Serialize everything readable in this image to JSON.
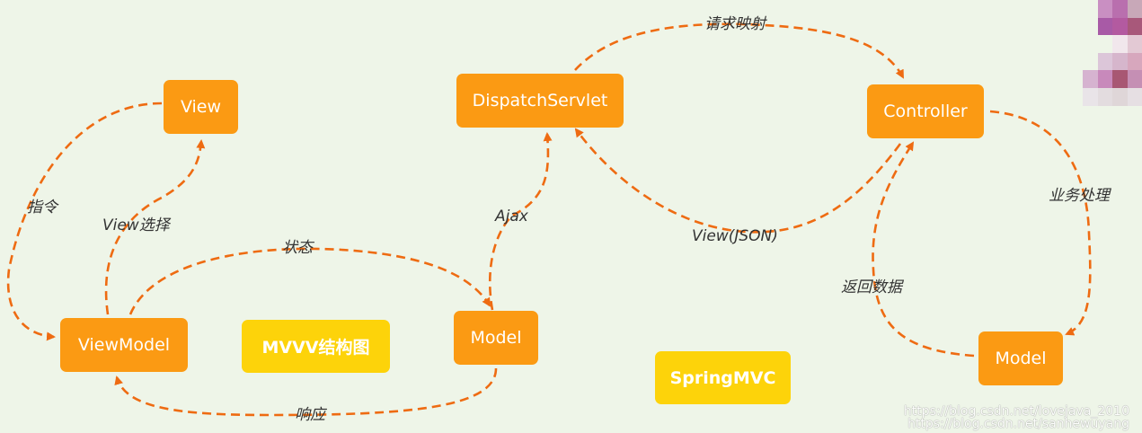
{
  "nodes": {
    "view": "View",
    "viewmodel": "ViewModel",
    "model_mvvm": "Model",
    "mvvm_title": "MVVV结构图",
    "dispatch": "DispatchServlet",
    "controller": "Controller",
    "model_mvc": "Model",
    "spring_title": "SpringMVC"
  },
  "edges": {
    "command": "指令",
    "view_select": "View选择",
    "state": "状态",
    "response": "响应",
    "ajax": "Ajax",
    "request_mapping": "请求映射",
    "view_json": "View(JSON)",
    "business": "业务处理",
    "return_data": "返回数据"
  },
  "watermark": {
    "line1": "https://blog.csdn.net/lovejava_2010",
    "line2": "https://blog.csdn.net/sanhewuyang"
  },
  "colors": {
    "background": "#eef5e8",
    "node": "#fb9a13",
    "title_box": "#fdd30a",
    "arrow": "#ee6b12"
  }
}
